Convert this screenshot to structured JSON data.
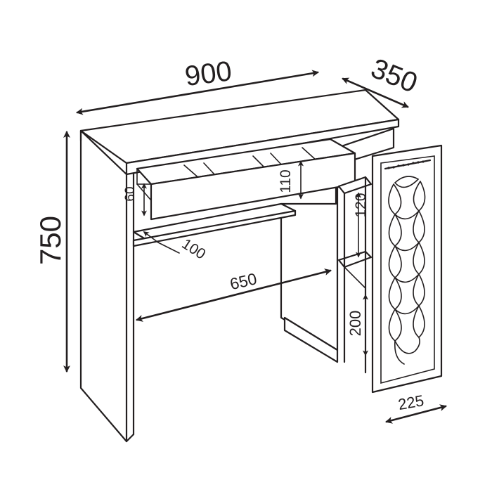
{
  "dimensions": {
    "width": "900",
    "depth": "350",
    "height": "750",
    "drawer_height": "110",
    "drawer_depth": "60",
    "shelf_gap": "100",
    "knee_space": "650",
    "cabinet_shelf": "120",
    "cabinet_lower": "200",
    "door_width": "225"
  },
  "colors": {
    "stroke": "#231f20",
    "background": "#ffffff"
  }
}
